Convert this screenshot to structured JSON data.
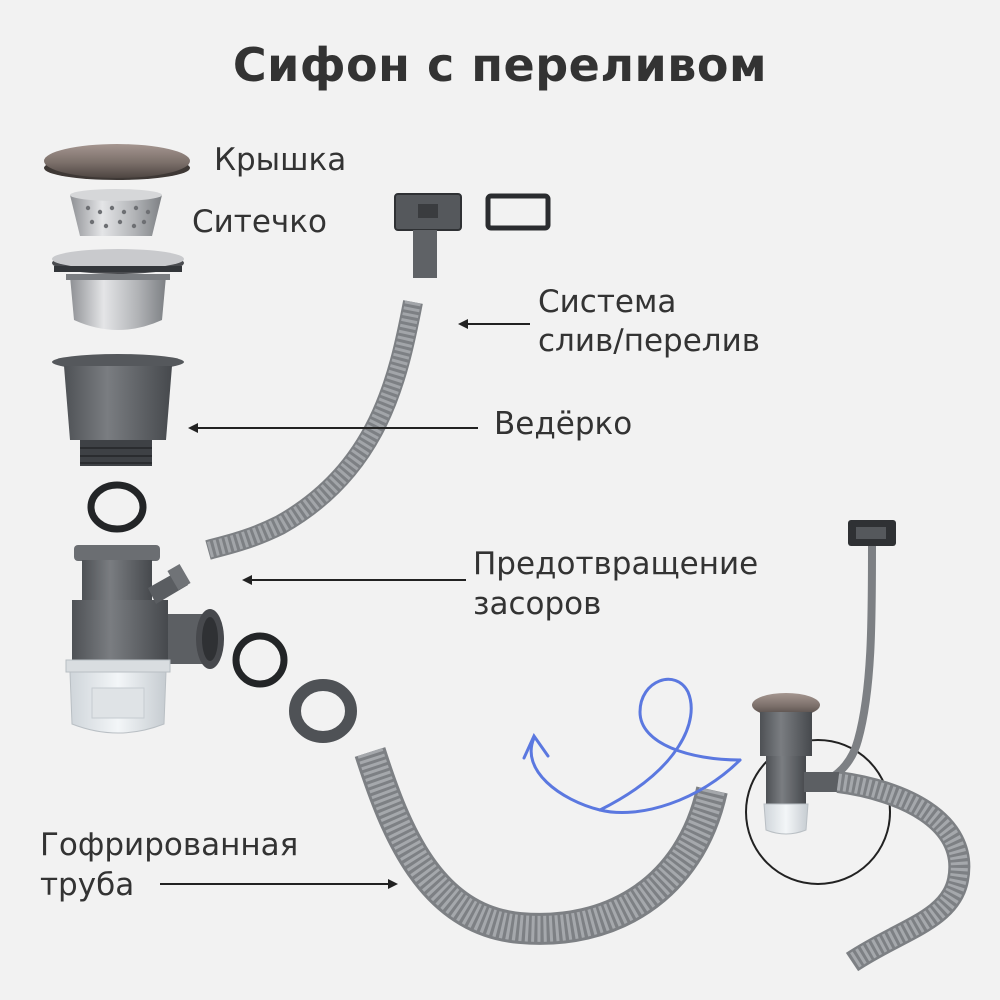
{
  "title": "Сифон с переливом",
  "labels": {
    "lid": "Крышка",
    "strainer": "Ситечко",
    "overflow_line1": "Система",
    "overflow_line2": "слив/перелив",
    "bucket": "Ведёрко",
    "anticlog_line1": "Предотвращение",
    "anticlog_line2": "засоров",
    "hose_line1": "Гофрированная",
    "hose_line2": "труба"
  },
  "colors": {
    "background": "#f2f2f2",
    "text": "#333333",
    "plastic": "#5f6266",
    "hose": "#8a8d91",
    "metal": "#bfc1c4",
    "clear_plastic": "#e9ecee",
    "accent_arrow": "#5b78e0"
  }
}
